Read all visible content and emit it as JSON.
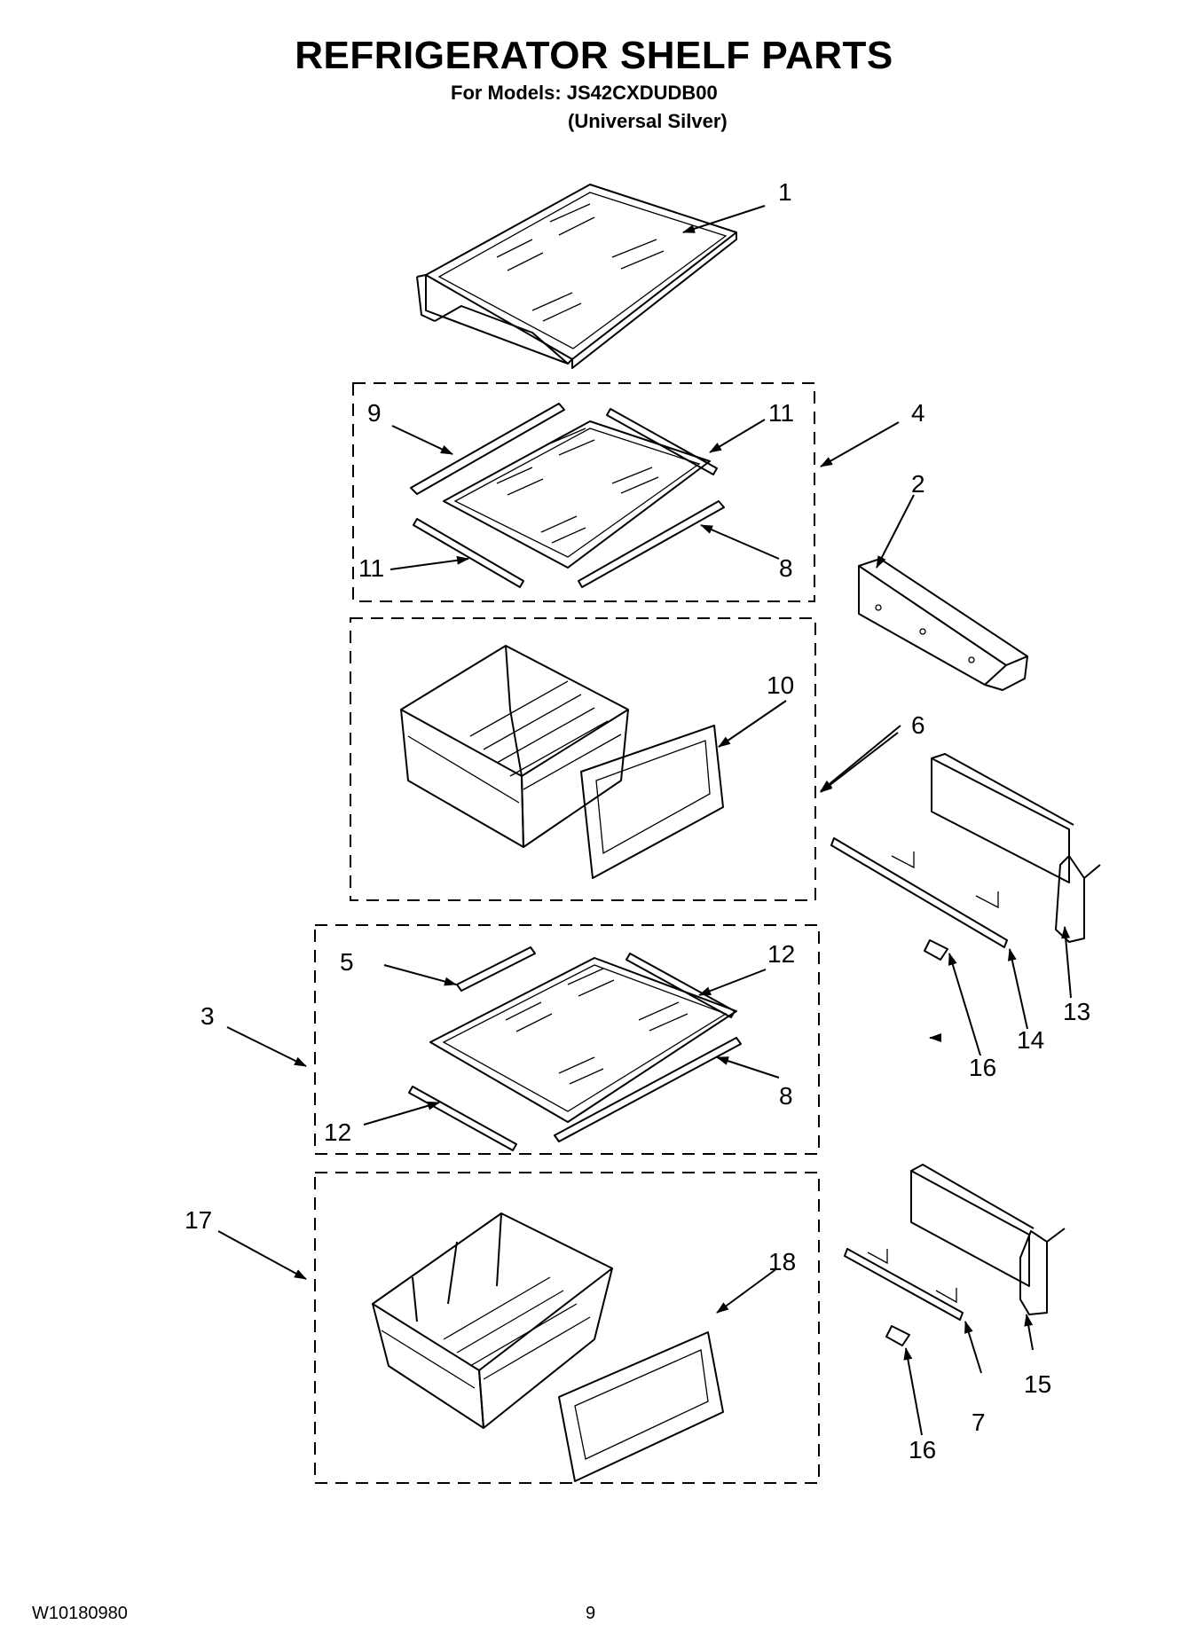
{
  "header": {
    "title": "REFRIGERATOR SHELF PARTS",
    "models_line": "For Models: JS42CXDUDB00",
    "variant_line": "(Universal Silver)"
  },
  "footer": {
    "doc_number": "W10180980",
    "page_number": "9"
  },
  "callouts": {
    "c1": "1",
    "c2": "2",
    "c3": "3",
    "c4": "4",
    "c5": "5",
    "c6": "6",
    "c7": "7",
    "c8a": "8",
    "c8b": "8",
    "c9": "9",
    "c10": "10",
    "c11a": "11",
    "c11b": "11",
    "c12a": "12",
    "c12b": "12",
    "c13": "13",
    "c14": "14",
    "c15": "15",
    "c16a": "16",
    "c16b": "16",
    "c17": "17",
    "c18": "18"
  }
}
